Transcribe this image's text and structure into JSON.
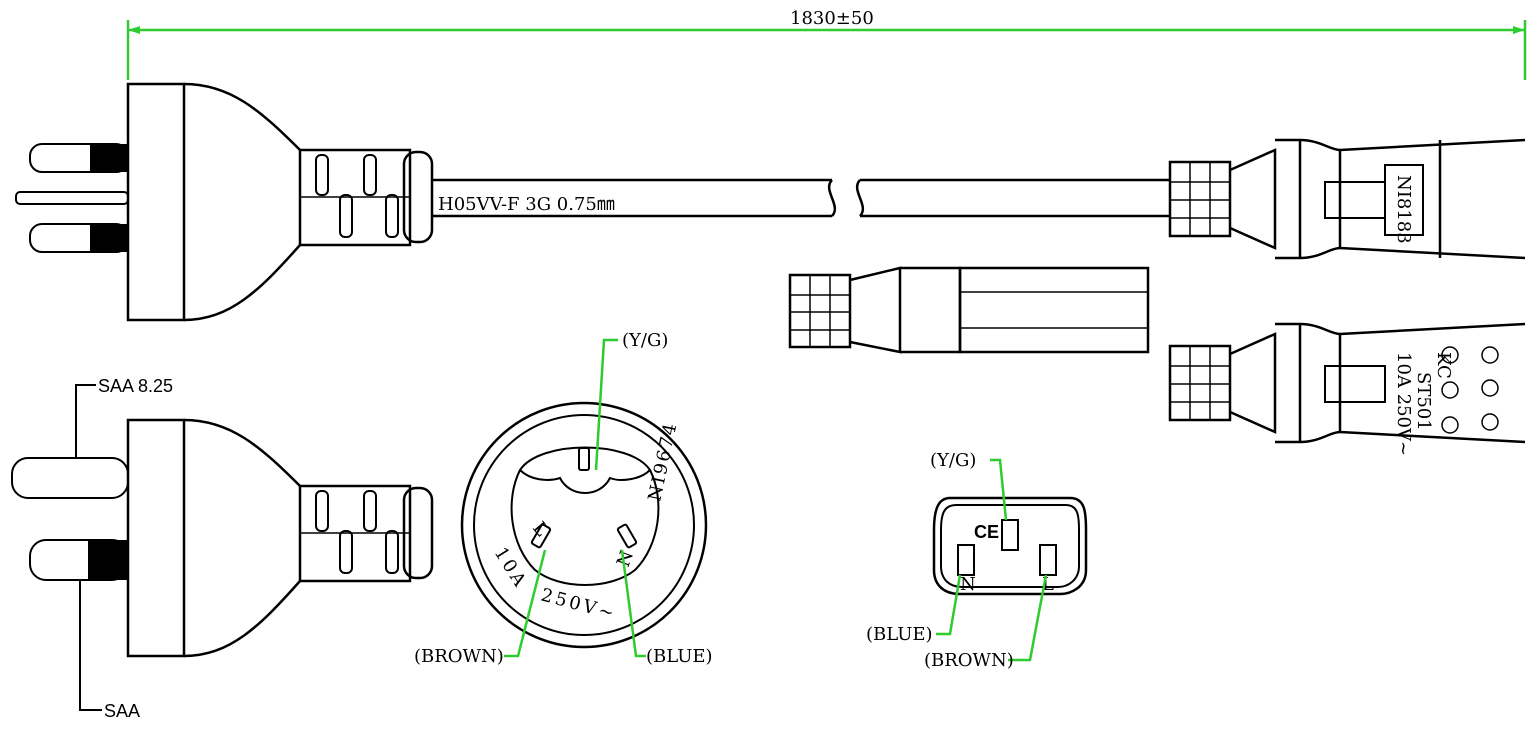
{
  "dimension": {
    "length": "1830±50"
  },
  "cable": {
    "spec": "H05VV-F 3G 0.75㎜"
  },
  "plug_side": {
    "pin_top": "SAA 8.25",
    "pin_bottom": "SAA"
  },
  "plug_face": {
    "ground": "(Y/G)",
    "live": "(BROWN)",
    "neutral": "(BLUE)",
    "rating_current": "10A",
    "rating_voltage": "250V~",
    "model": "NI9674",
    "pin_l": "L",
    "pin_n": "N"
  },
  "connector_face": {
    "ground": "(Y/G)",
    "neutral": "(BLUE)",
    "live": "(BROWN)",
    "pin_n": "N",
    "pin_l": "L",
    "mark": "CE"
  },
  "connector_top": {
    "model": "NI8183"
  },
  "connector_bottom": {
    "rating": "10A 250V~",
    "code": "ST501",
    "kc": "KC"
  },
  "colors": {
    "leader": "#2ecc2e",
    "line": "#000000"
  }
}
